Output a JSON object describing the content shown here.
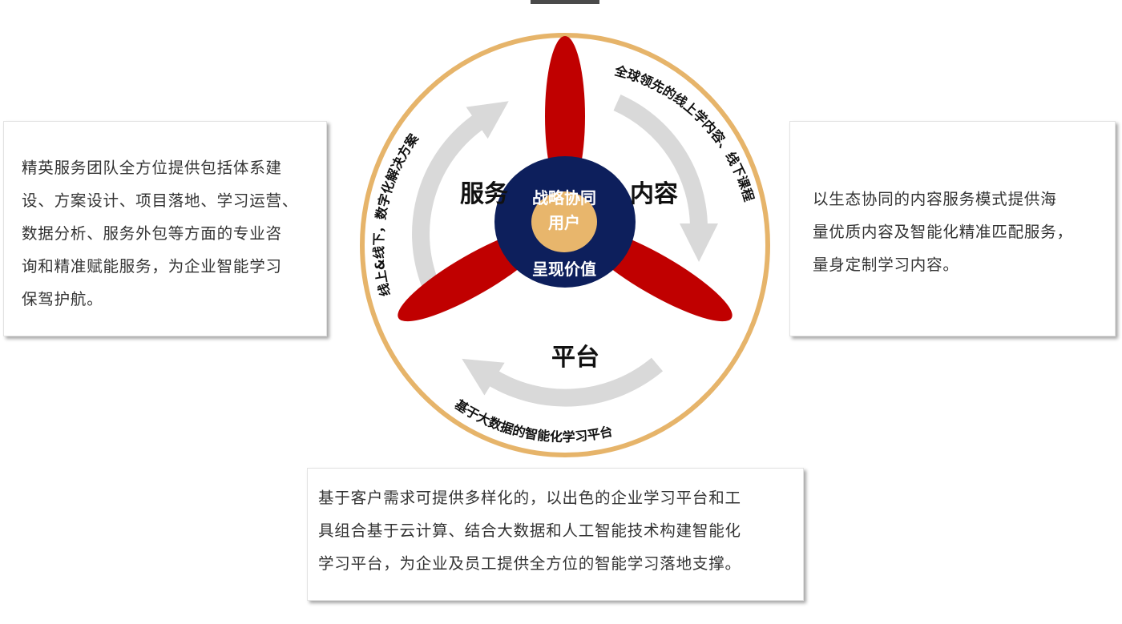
{
  "diagram": {
    "center": {
      "core": "用户",
      "top": "战略协同",
      "bottom": "呈现价值"
    },
    "segments": {
      "service": "服务",
      "content": "内容",
      "platform": "平台"
    },
    "arc_texts": {
      "service": "线上&线下，数字化解决方案",
      "content": "全球领先的线上学内容、线下课程",
      "platform": "基于大数据的智能化学习平台"
    },
    "colors": {
      "ring": "#e6b46a",
      "blade": "#c00000",
      "hub": "#0d1f5c",
      "core": "#e8b66c",
      "arrow": "#d9d9d9"
    }
  },
  "boxes": {
    "left": [
      "精英服务团队全方位提供包括体系建",
      "设、方案设计、项目落地、学习运营、",
      "数据分析、服务外包等方面的专业咨",
      "询和精准赋能服务，为企业智能学习",
      "保驾护航。"
    ],
    "right": [
      "以生态协同的内容服务模式提供海",
      "量优质内容及智能化精准匹配服务，",
      "量身定制学习内容。"
    ],
    "bottom": [
      "基于客户需求可提供多样化的，以出色的企业学习平台和工",
      "具组合基于云计算、结合大数据和人工智能技术构建智能化",
      "学习平台，为企业及员工提供全方位的智能学习落地支撑。"
    ]
  }
}
